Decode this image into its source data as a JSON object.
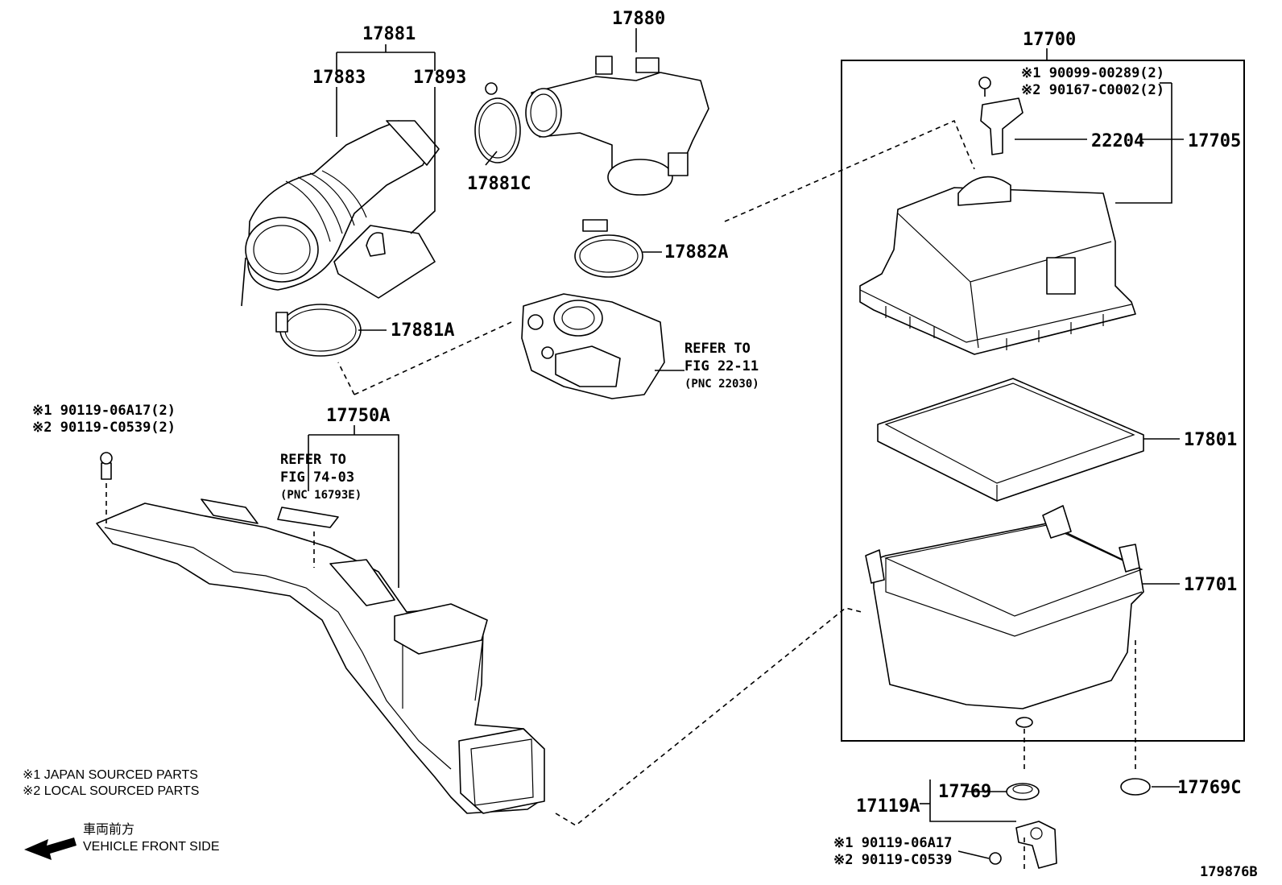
{
  "diagram_id": "179876B",
  "labels": {
    "p17881": "17881",
    "p17883": "17883",
    "p17893": "17893",
    "p17880": "17880",
    "p17881C": "17881C",
    "p17882A": "17882A",
    "p17881A": "17881A",
    "p17700": "17700",
    "p22204": "22204",
    "p17705": "17705",
    "p17801": "17801",
    "p17701": "17701",
    "p17750A": "17750A",
    "p17769": "17769",
    "p17769C": "17769C",
    "p17119A": "17119A"
  },
  "bolts": {
    "top_right_1": "※1 90099-00289(2)",
    "top_right_2": "※2 90167-C0002(2)",
    "left_1": "※1 90119-06A17(2)",
    "left_2": "※2 90119-C0539(2)",
    "bottom_1": "※1 90119-06A17",
    "bottom_2": "※2 90119-C0539"
  },
  "refers": {
    "throttle": [
      "REFER TO",
      "FIG 22-11",
      "(PNC 22030)"
    ],
    "label": [
      "REFER TO",
      "FIG 74-03",
      "(PNC 16793E)"
    ]
  },
  "legend": {
    "line1": "※1  JAPAN SOURCED PARTS",
    "line2": "※2  LOCAL SOURCED PARTS",
    "front_jp": "車両前方",
    "front_en": "VEHICLE FRONT SIDE"
  }
}
